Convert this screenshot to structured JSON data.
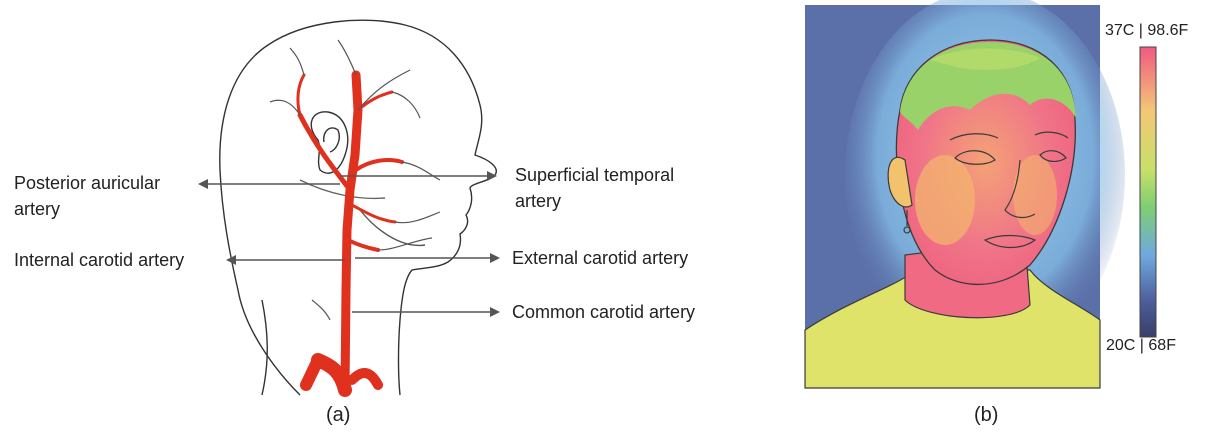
{
  "panel_a": {
    "labels": {
      "posterior_auricular": [
        "Posterior auricular",
        "artery"
      ],
      "superficial_temporal": [
        "Superficial temporal",
        "artery"
      ],
      "internal_carotid": "Internal carotid artery",
      "external_carotid": "External carotid artery",
      "common_carotid": "Common carotid artery"
    },
    "caption": "(a)"
  },
  "panel_b": {
    "scale_max": "37C | 98.6F",
    "scale_min": "20C | 68F",
    "caption": "(b)"
  },
  "colors": {
    "artery": "#e0301e",
    "arrow": "#555555",
    "thermal_background": "#5b6fa8",
    "thermal_hot": "#f05a78",
    "thermal_warm": "#f2c56a",
    "thermal_mid": "#8fd06a",
    "thermal_cool": "#6fa8e0",
    "thermal_body": "#dfe36a"
  }
}
